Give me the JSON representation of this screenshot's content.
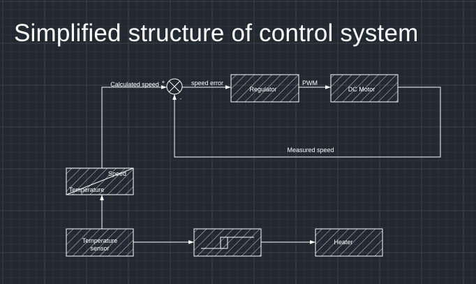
{
  "title": "Simplified structure of control system",
  "colors": {
    "background": "#212830",
    "grid_minor": "#2b333c",
    "grid_major": "#3a434d",
    "stroke": "#ffffff"
  },
  "blocks": {
    "regulator": "Regulator",
    "dc_motor": "DC Motor",
    "speed_temp_top": "Speed",
    "speed_temp_bottom": "Temperature",
    "temp_sensor_line1": "Temperature",
    "temp_sensor_line2": "sensor",
    "heater": "Heater"
  },
  "signals": {
    "calculated_speed": "Calculated speed",
    "speed_error": "speed error",
    "pwm": "PWM",
    "measured_speed": "Measured speed",
    "plus_sign": "+",
    "minus_sign": "-"
  }
}
